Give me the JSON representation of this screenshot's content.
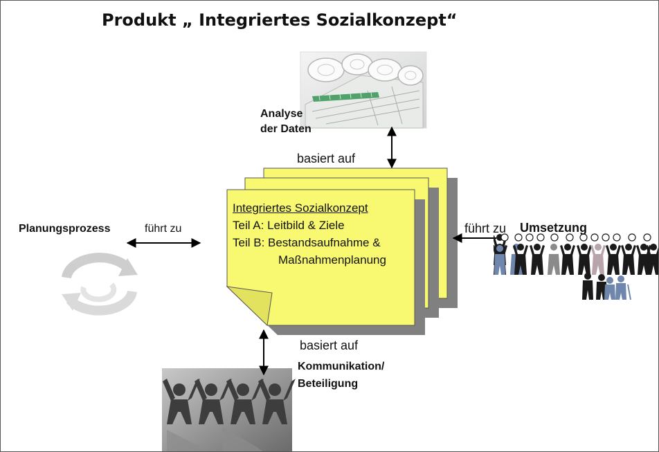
{
  "title": "Produkt „ Integriertes Sozialkonzept“",
  "top": {
    "label_line1": "Analyse",
    "label_line2": "der Daten",
    "relation": "basiert auf"
  },
  "left": {
    "label": "Planungsprozess",
    "relation": "führt zu"
  },
  "right": {
    "relation": "führt zu",
    "label": "Umsetzung"
  },
  "bottom": {
    "relation": "basiert auf",
    "label_line1": "Kommunikation/",
    "label_line2": "Beteiligung"
  },
  "center": {
    "heading": "Integriertes Sozialkonzept",
    "line_a": "Teil A: Leitbild & Ziele",
    "line_b": "Teil B: Bestandsaufnahme &",
    "line_b2": "Maßnahmenplanung"
  },
  "colors": {
    "note_fill": "#f8f871",
    "note_shadow": "#808080",
    "people_blue": "#6f86ad",
    "people_black": "#1a1a1a",
    "people_pink": "#b8a4aa"
  },
  "icons": [
    "blueprint-photo",
    "cycle-arrows-icon",
    "paper-chain-people-photo",
    "people-crowd-icon"
  ]
}
